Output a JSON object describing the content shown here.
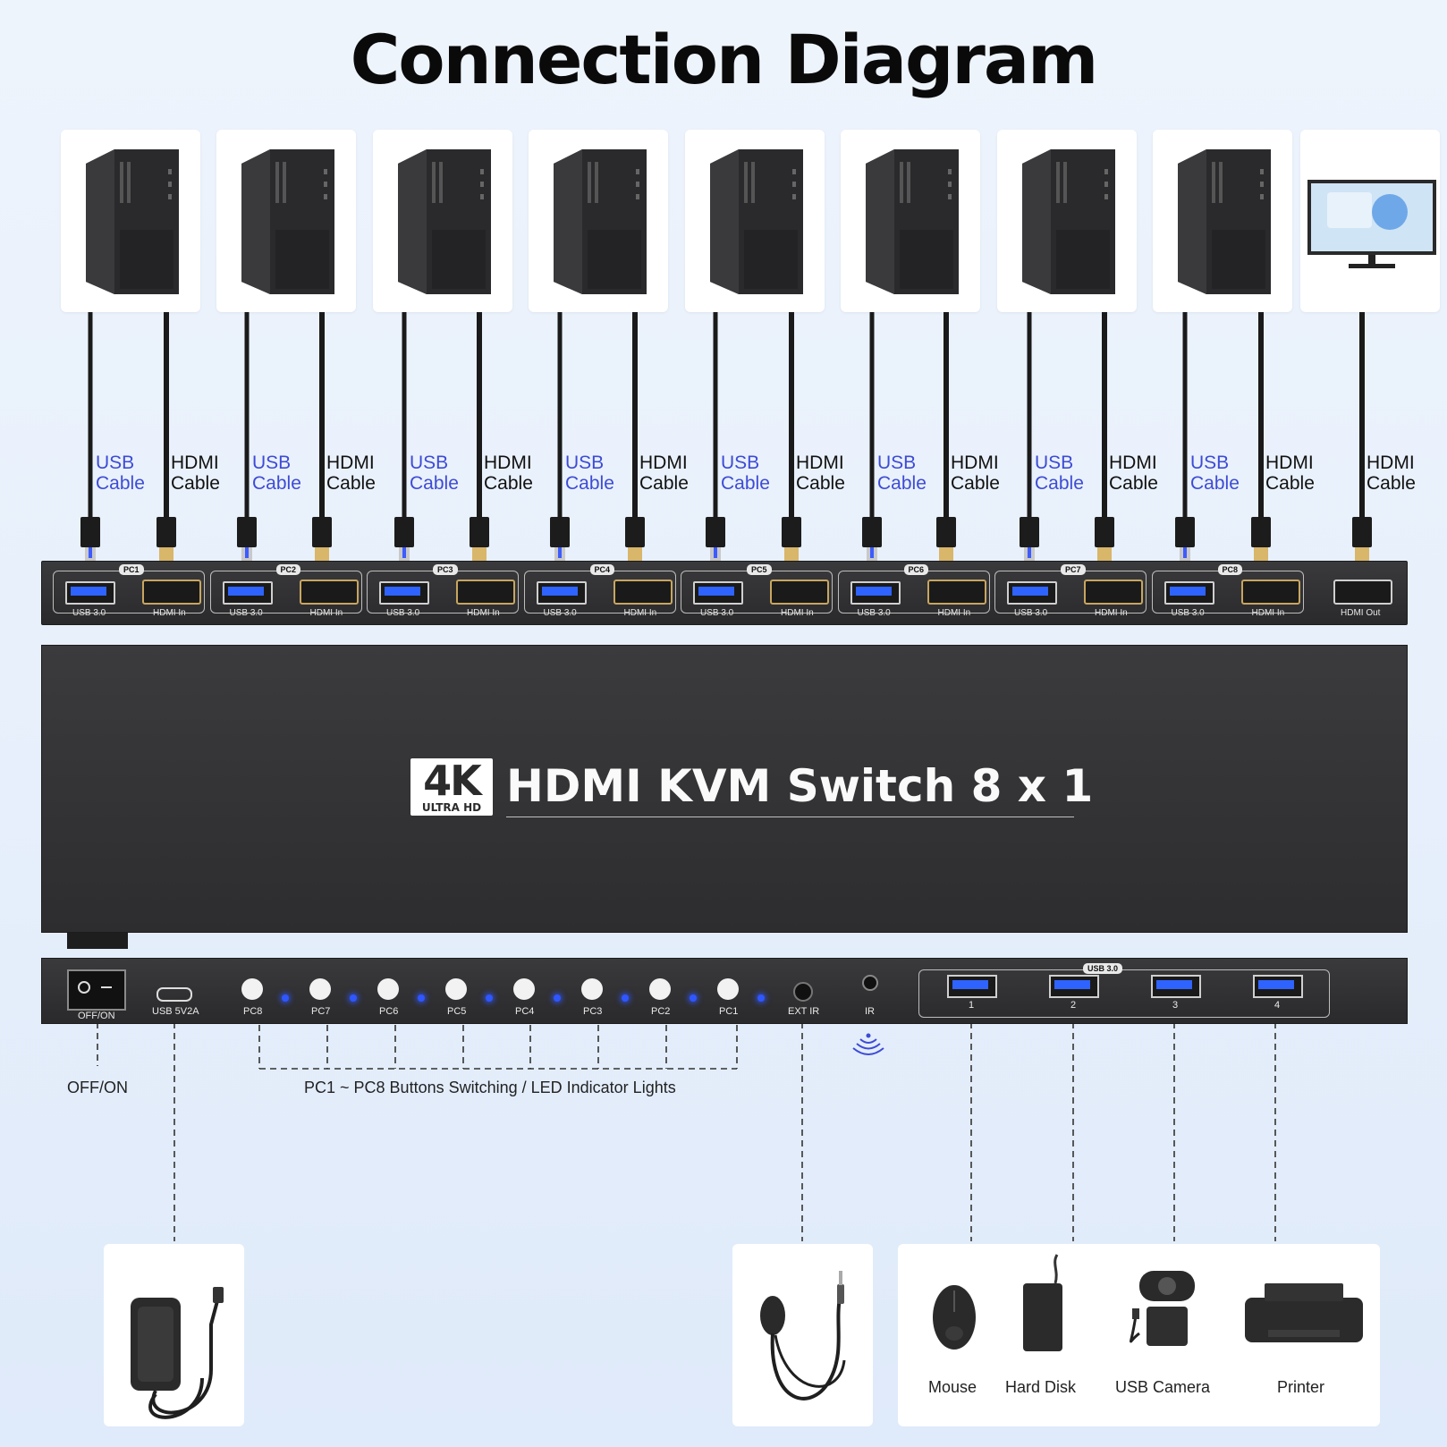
{
  "title": "Connection Diagram",
  "cables": {
    "usb": "USB\nCable",
    "hdmi": "HDMI\nCable",
    "usb_color": "#3d4bd6"
  },
  "rear_panel": {
    "groups": [
      "PC1",
      "PC2",
      "PC3",
      "PC4",
      "PC5",
      "PC6",
      "PC7",
      "PC8"
    ],
    "usb_label": "USB 3.0",
    "hdmi_in_label": "HDMI In",
    "hdmi_out_label": "HDMI Out"
  },
  "main_panel": {
    "badge_big": "4K",
    "badge_small": "ULTRA HD",
    "product_name": "HDMI KVM Switch 8 x 1"
  },
  "front_panel": {
    "power_switch": "OFF/ON",
    "usb_power": "USB 5V2A",
    "buttons": [
      "PC8",
      "PC7",
      "PC6",
      "PC5",
      "PC4",
      "PC3",
      "PC2",
      "PC1"
    ],
    "ext_ir": "EXT IR",
    "ir": "IR",
    "usb_hub_title": "USB 3.0",
    "usb_hub_ports": [
      "1",
      "2",
      "3",
      "4"
    ]
  },
  "annotations": {
    "off_on": "OFF/ON",
    "buttons": "PC1 ~ PC8 Buttons Switching / LED Indicator Lights"
  },
  "devices": [
    "Mouse",
    "Hard Disk",
    "USB Camera",
    "Printer"
  ],
  "colors": {
    "led": "#2f56ff",
    "panel": "#2f2f31"
  }
}
